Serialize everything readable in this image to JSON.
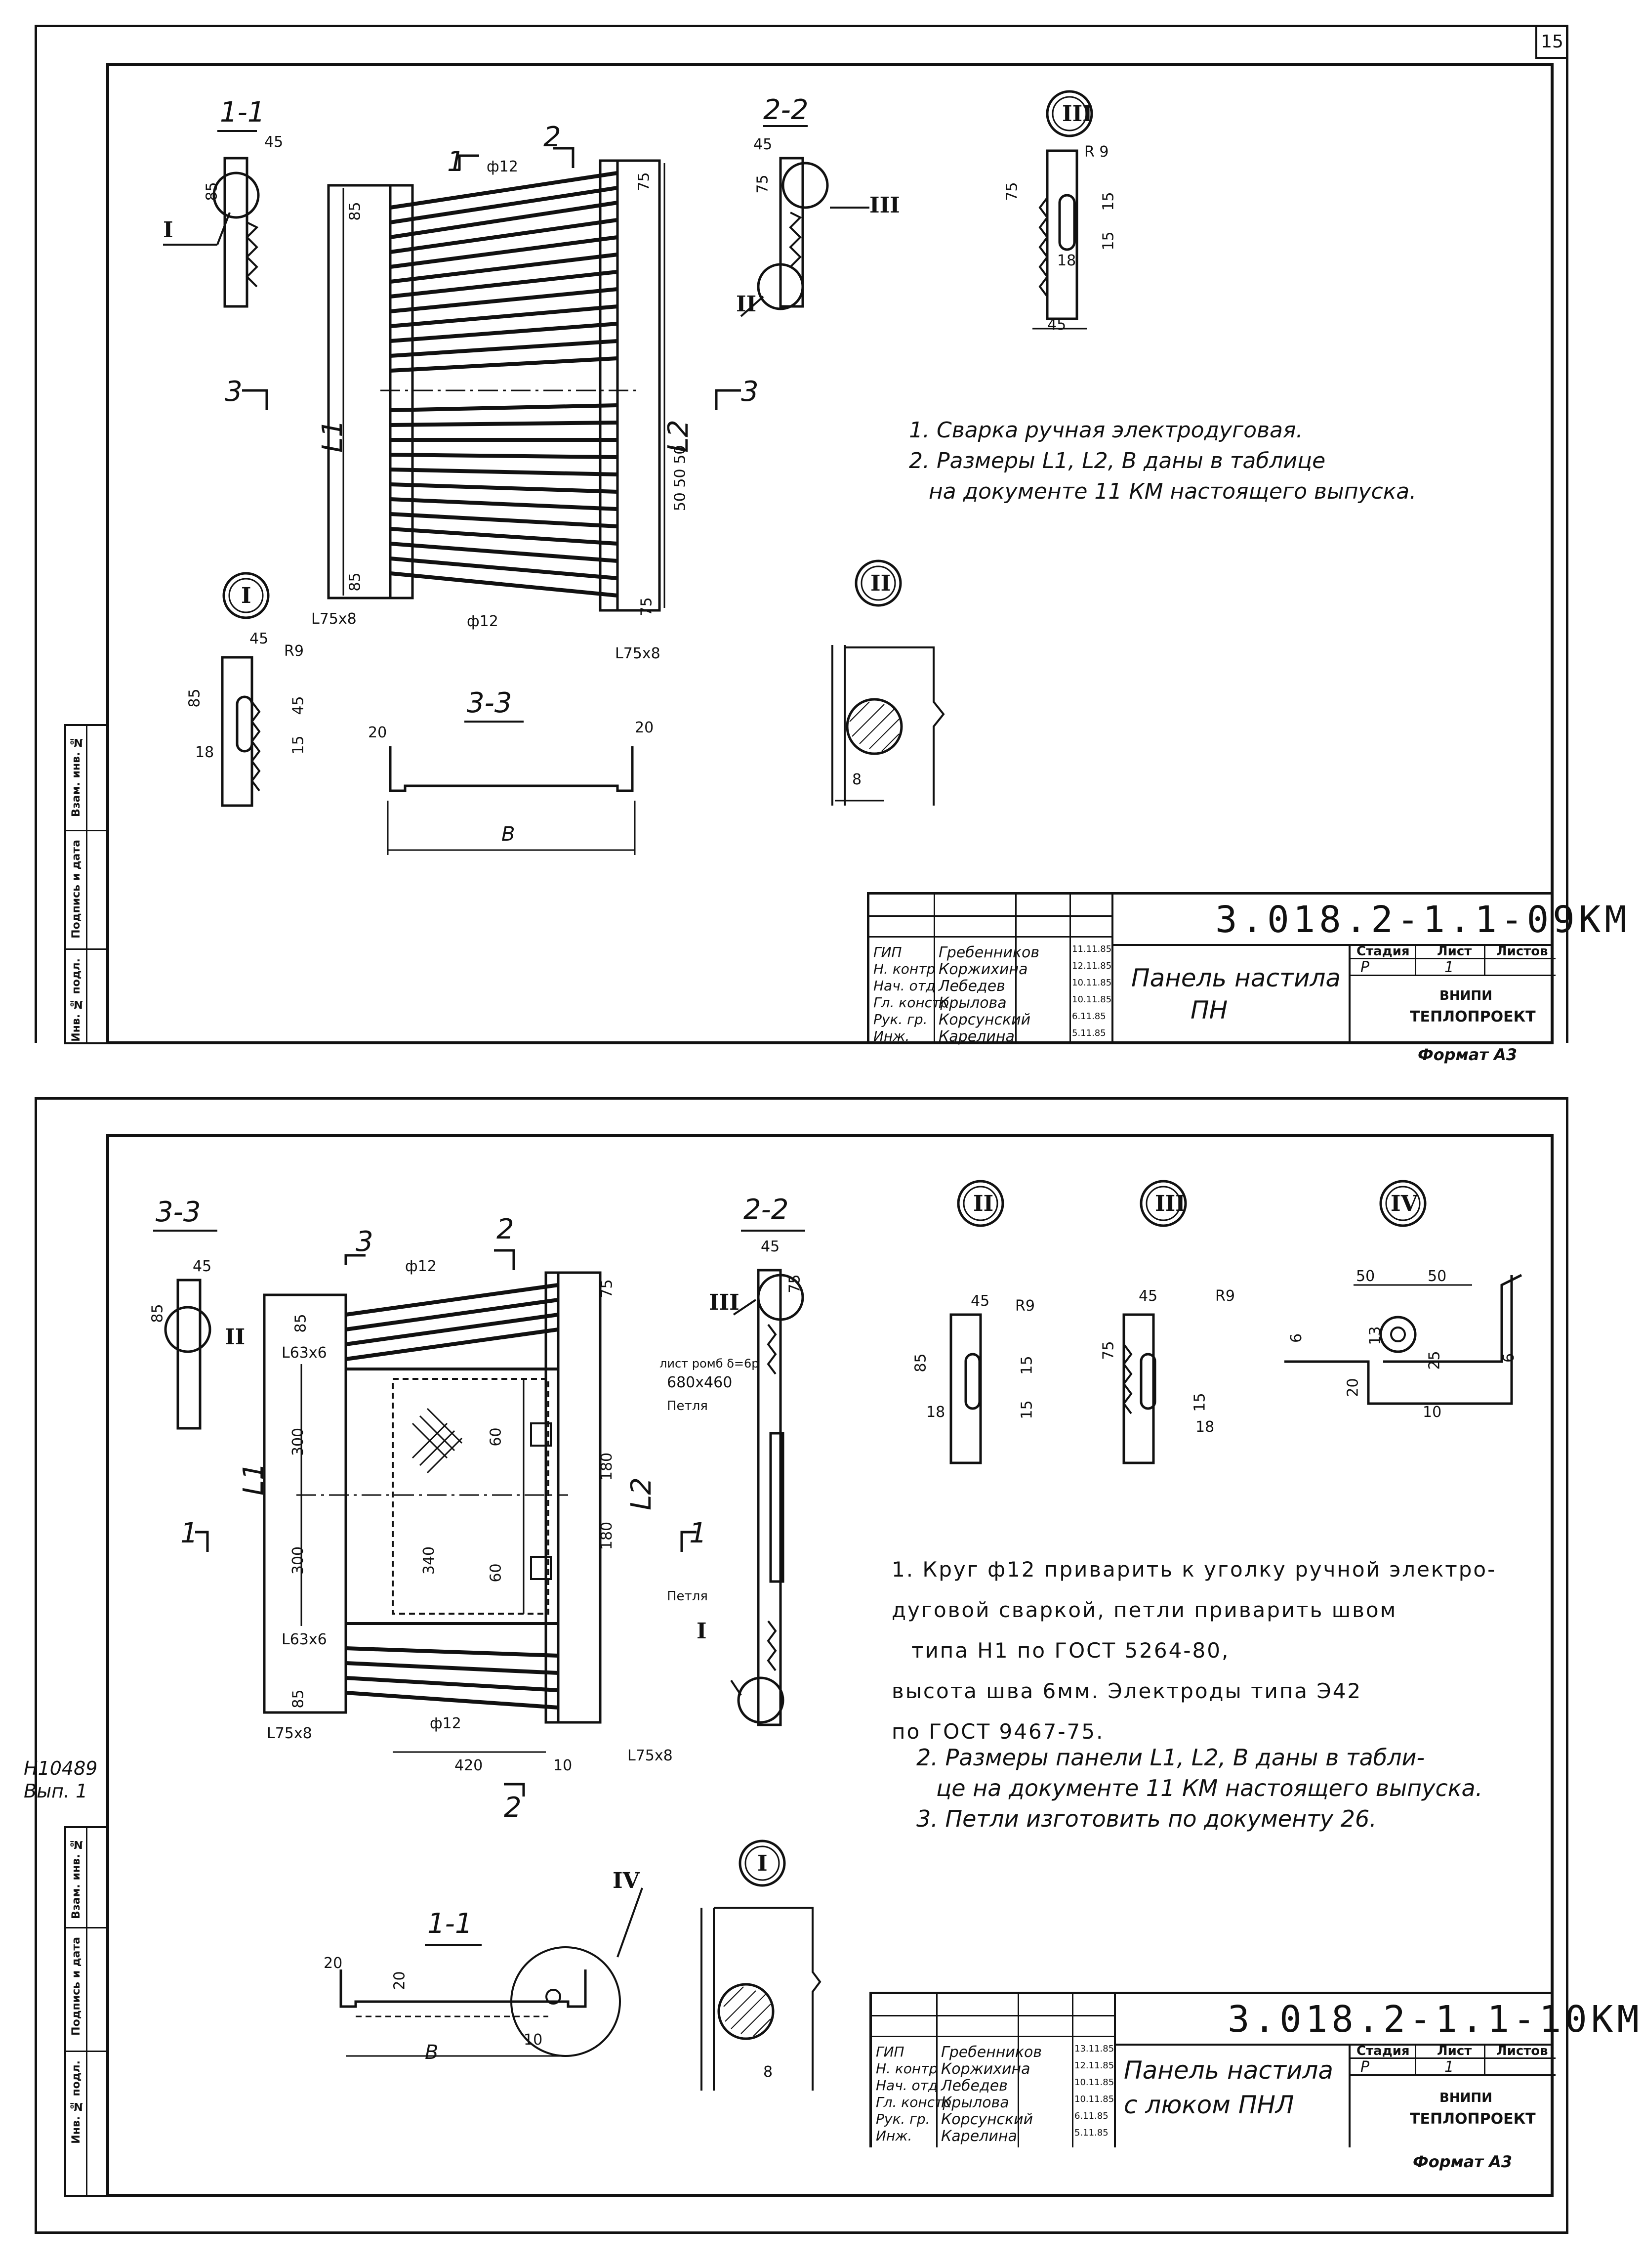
{
  "page_number": "15",
  "sheet1": {
    "notes": [
      "1. Сварка ручная электродуговая.",
      "2. Размеры  L1, L2, B  даны в таблице",
      "на документе   11 КМ  настоящего выпуска."
    ],
    "section_labels": {
      "s11": "1-1",
      "s22": "2-2",
      "s33": "3-3",
      "arrow1": "1",
      "arrow2": "2",
      "arrow3a": "3",
      "arrow3b": "3"
    },
    "details": {
      "d1": "I",
      "d2": "II",
      "d3": "III"
    },
    "dims": {
      "d45a": "45",
      "d85a": "85",
      "d45b": "45",
      "d75a": "75",
      "phi12a": "ф12",
      "d85b": "85",
      "d75b": "75",
      "L1": "L1",
      "L2": "L2",
      "d85c": "85",
      "d75c": "75",
      "phi12b": "ф12",
      "l75a": "L75x8",
      "l75b": "L75x8",
      "r9a": "R 9",
      "d75d": "75",
      "d15a": "15",
      "d15b": "15",
      "d18a": "18",
      "d45c": "45",
      "d45d": "45",
      "r9b": "R9",
      "d85d": "85",
      "d45e": "45",
      "d15c": "15",
      "d18b": "18",
      "d20a": "20",
      "d20b": "20",
      "B": "B",
      "d8": "8",
      "d50": "50 50 50"
    },
    "title_block": {
      "code": "3.018.2-1.1-09КМ",
      "title_line1": "Панель настила",
      "title_line2": "ПН",
      "col_stage": "Стадия",
      "col_sheet": "Лист",
      "col_sheets": "Листов",
      "stage": "Р",
      "sheet": "1",
      "org_line1": "ВНИПИ",
      "org_line2": "ТЕПЛОПРОЕКТ",
      "format": "Формат А3",
      "rows": [
        {
          "role": "ГИП",
          "name": "Гребенников",
          "date": "11.11.85"
        },
        {
          "role": "Н. контр",
          "name": "Коржихина",
          "date": "12.11.85"
        },
        {
          "role": "Нач. отд",
          "name": "Лебедев",
          "date": "10.11.85"
        },
        {
          "role": "Гл. констр",
          "name": "Крылова",
          "date": "10.11.85"
        },
        {
          "role": "Рук. гр.",
          "name": "Корсунский",
          "date": "6.11.85"
        },
        {
          "role": "Инж.",
          "name": "Карелина",
          "date": "5.11.85"
        }
      ]
    },
    "side_stamp": {
      "a": "Инв. № подл.",
      "b": "Подпись и дата",
      "c": "Взам. инв. №"
    }
  },
  "sheet2": {
    "notes": [
      "1. Круг ф12 приварить к уголку ручной электро-",
      "дуговой сваркой, петли приварить швом",
      "типа Н1 по ГОСТ 5264-80,",
      "высота шва 6мм. Электроды типа Э42",
      "по ГОСТ 9467-75."
    ],
    "notes_b": [
      "2. Размеры панели L1, L2, B даны в табли-",
      "це на документе  11 КМ настоящего выпуска.",
      "3. Петли изготовить по документу 26."
    ],
    "section_labels": {
      "s33": "3-3",
      "s22": "2-2",
      "s11": "1-1",
      "arrow3": "3",
      "arrow2a": "2",
      "arrow2b": "2",
      "arrow1a": "1",
      "arrow1b": "1"
    },
    "details": {
      "d1": "I",
      "d2": "II",
      "d3": "III",
      "d4": "IV"
    },
    "dims": {
      "d45a": "45",
      "d85a": "85",
      "phi12a": "ф12",
      "d85b": "85",
      "l63a": "L63x6",
      "l63b": "L63x6",
      "d300a": "300",
      "d300b": "300",
      "d340": "340",
      "d60a": "60",
      "d60b": "60",
      "d180a": "180",
      "d180b": "180",
      "L1": "L1",
      "L2": "L2",
      "hatch": "лист ромб δ=6р",
      "hatch_size": "680x460",
      "loop1": "Петля",
      "loop2": "Петля",
      "d85c": "85",
      "l75a": "L75x8",
      "phi12b": "ф12",
      "d420": "420",
      "d10": "10",
      "l75b": "L75x8",
      "d75a": "75",
      "d75b": "75",
      "d45b": "45",
      "r9a": "R9",
      "d85d": "85",
      "d15a": "15",
      "d18a": "18",
      "d15b": "15",
      "d45c": "45",
      "r9b": "R9",
      "d75c": "75",
      "d15c": "15",
      "d18b": "18",
      "d50a": "50",
      "d50b": "50",
      "d6a": "6",
      "d13": "13",
      "d25": "25",
      "d6b": "6",
      "d20": "20",
      "d10b": "10",
      "d20b": "20",
      "d20c": "20",
      "d10c": "10",
      "B": "B",
      "d8": "8"
    },
    "title_block": {
      "code": "3.018.2-1.1-10КМ",
      "title_line1": "Панель настила",
      "title_line2": "с люком  ПНЛ",
      "col_stage": "Стадия",
      "col_sheet": "Лист",
      "col_sheets": "Листов",
      "stage": "Р",
      "sheet": "1",
      "org_line1": "ВНИПИ",
      "org_line2": "ТЕПЛОПРОЕКТ",
      "format": "Формат А3",
      "rows": [
        {
          "role": "ГИП",
          "name": "Гребенников",
          "date": "13.11.85"
        },
        {
          "role": "Н. контр",
          "name": "Коржихина",
          "date": "12.11.85"
        },
        {
          "role": "Нач. отд",
          "name": "Лебедев",
          "date": "10.11.85"
        },
        {
          "role": "Гл. констр",
          "name": "Крылова",
          "date": "10.11.85"
        },
        {
          "role": "Рук. гр.",
          "name": "Корсунский",
          "date": "6.11.85"
        },
        {
          "role": "Инж.",
          "name": "Карелина",
          "date": "5.11.85"
        }
      ]
    },
    "side_stamp": {
      "a": "Инв. № подл.",
      "b": "Подпись и дата",
      "c": "Взам. инв. №"
    }
  },
  "margin_note": {
    "line1": "Н10489",
    "line2": "Вып. 1"
  }
}
